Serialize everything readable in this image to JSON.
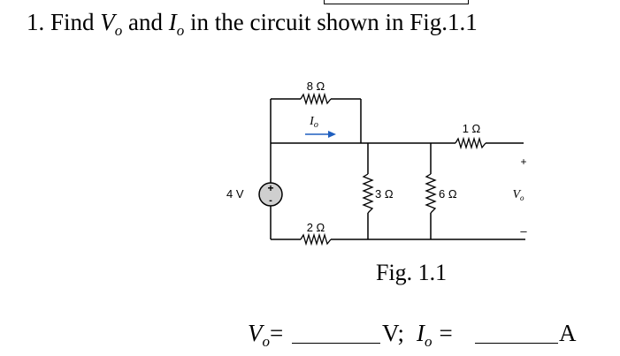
{
  "question": {
    "number": "1.",
    "text_before": "Find",
    "var1": "V",
    "var1_sub": "o",
    "text_mid": "and",
    "var2": "I",
    "var2_sub": "o",
    "text_after": "in the circuit shown in Fig.1.1"
  },
  "circuit": {
    "source_label": "4 V",
    "r_top_label": "8 Ω",
    "current_label": "I",
    "current_sub": "o",
    "r_bottom_label": "2 Ω",
    "r_mid1_label": "3 Ω",
    "r_mid2_label": "6 Ω",
    "r_right_label": "1 Ω",
    "plus_terminal": "+",
    "minus_terminal": "–",
    "vo_label": "V",
    "vo_sub": "o"
  },
  "figure": {
    "caption": "Fig. 1.1"
  },
  "answer": {
    "vo_var": "V",
    "vo_sub": "o",
    "vo_eq": "=",
    "vo_unit": "V;",
    "io_var": "I",
    "io_sub": "o",
    "io_eq": "=",
    "io_unit": "A"
  }
}
